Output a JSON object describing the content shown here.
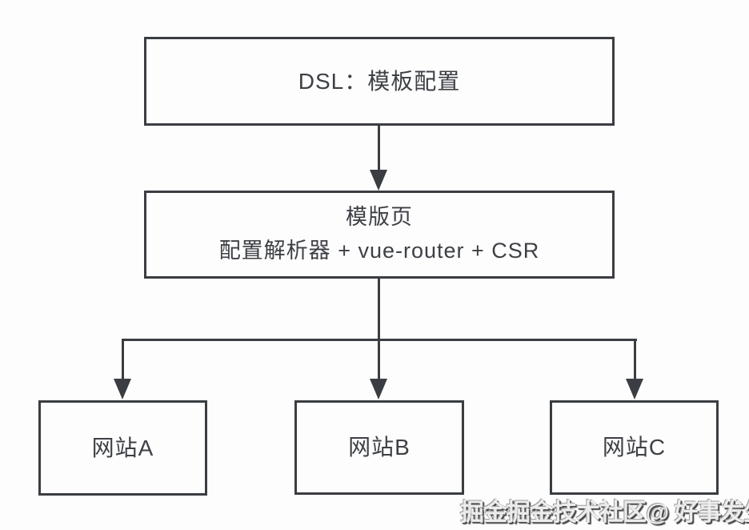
{
  "diagram": {
    "title_box": {
      "label": "DSL：模板配置"
    },
    "template_box": {
      "line1": "模版页",
      "line2": "配置解析器 + vue-router + CSR"
    },
    "site_boxes": [
      {
        "label": "网站A"
      },
      {
        "label": "网站B"
      },
      {
        "label": "网站C"
      }
    ],
    "connections": [
      "DSL：模板配置 -> 模版页",
      "模版页 -> 网站A",
      "模版页 -> 网站B",
      "模版页 -> 网站C"
    ],
    "colors": {
      "line": "#3a3d42",
      "text": "#3d4045",
      "background": "#fdfdfd"
    }
  },
  "watermark": {
    "text": "掘金掘金技术社区@ 好事发生"
  }
}
